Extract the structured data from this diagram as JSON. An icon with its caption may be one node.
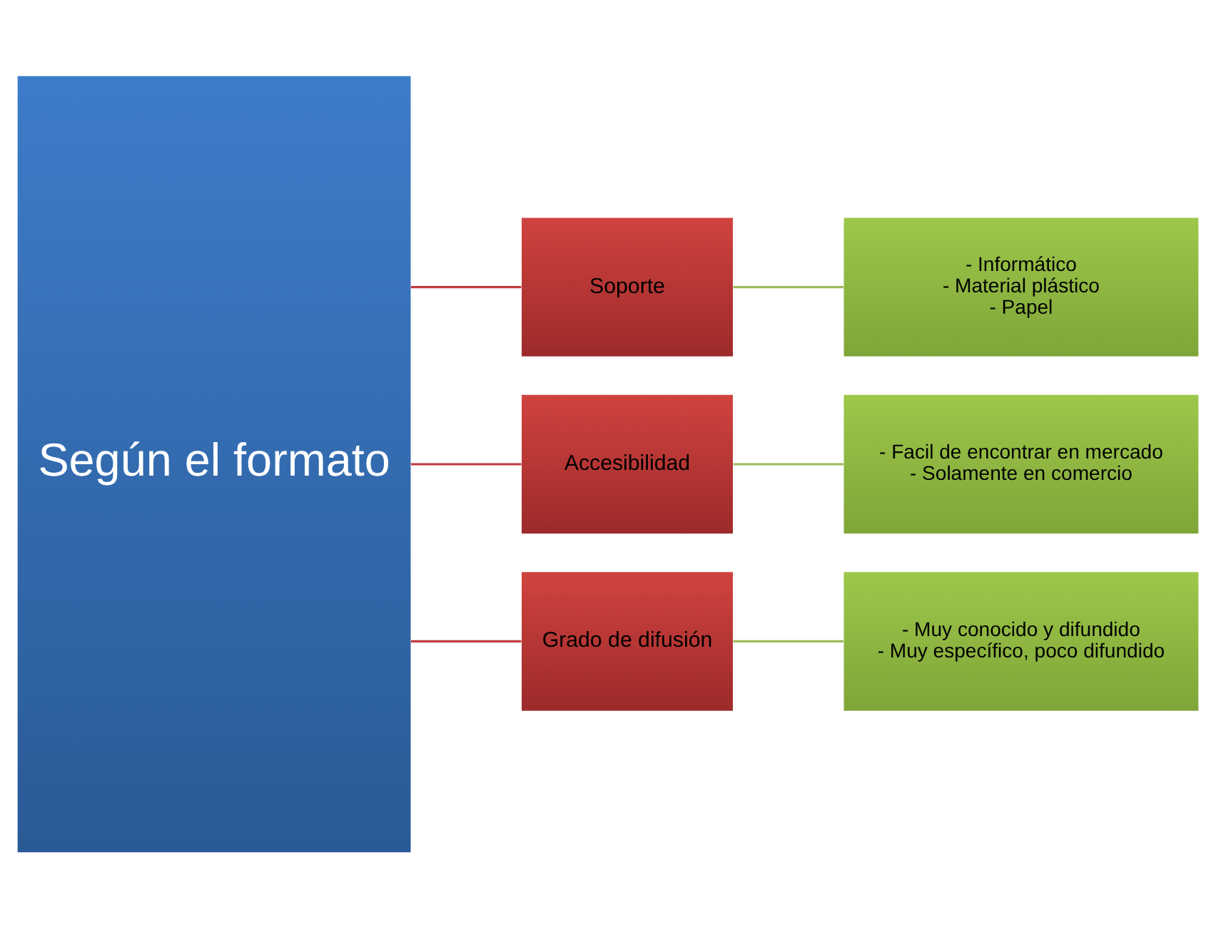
{
  "diagram": {
    "nodes": [
      {
        "text": [
          "Según el formato"
        ]
      },
      {
        "text": [
          "Soporte"
        ]
      },
      {
        "text": [
          "Accesibilidad"
        ]
      },
      {
        "text": [
          "Grado de difusión"
        ]
      },
      {
        "text": [
          "- Informático",
          "- Material plástico",
          "- Papel"
        ]
      },
      {
        "text": [
          "- Facil de encontrar en mercado",
          "- Solamente en comercio"
        ]
      },
      {
        "text": [
          "- Muy conocido y difundido",
          "- Muy específico, poco difundido"
        ]
      }
    ],
    "edges": [
      {
        "from": 0,
        "to": 1,
        "arrow": "none",
        "color": "#c0393b"
      },
      {
        "from": 0,
        "to": 2,
        "arrow": "none",
        "color": "#c0393b"
      },
      {
        "from": 0,
        "to": 3,
        "arrow": "none",
        "color": "#c0393b"
      },
      {
        "from": 1,
        "to": 4,
        "arrow": "none",
        "color": "#9bbb59"
      },
      {
        "from": 2,
        "to": 5,
        "arrow": "none",
        "color": "#9bbb59"
      },
      {
        "from": 3,
        "to": 6,
        "arrow": "none",
        "color": "#9bbb59"
      }
    ]
  }
}
